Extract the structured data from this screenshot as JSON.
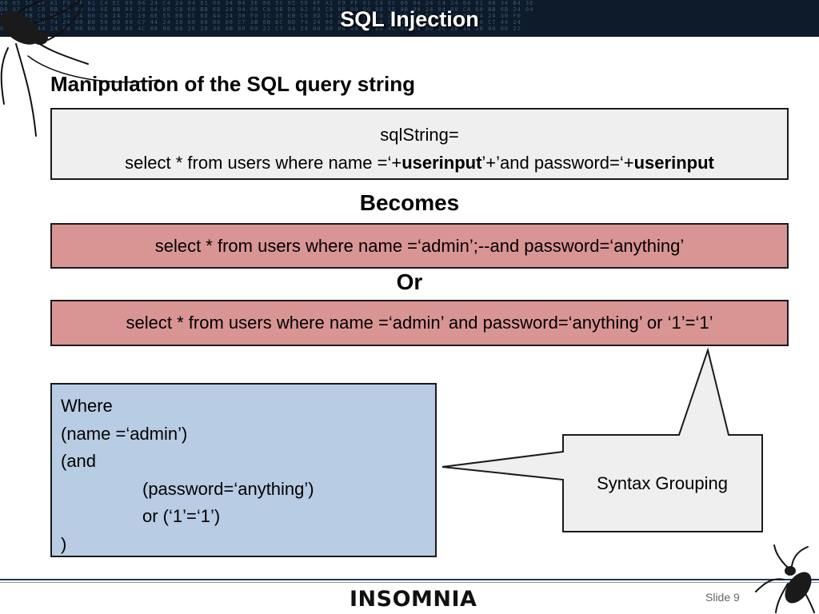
{
  "header": {
    "title": "SQL Injection"
  },
  "slide": {
    "subtitle": "Manipulation of the SQL query string",
    "query_box": {
      "line1": "sqlString=",
      "line2_part1": "select * from users where name =‘+",
      "line2_bold1": "userinput",
      "line2_part2": "’+’and password=‘+",
      "line2_bold2": "userinput"
    },
    "becomes_label": "Becomes",
    "injection_1": "select * from users where name =‘admin’;--and password=‘anything’",
    "or_label": "Or",
    "injection_2": "select * from users where name =‘admin’ and password=‘anything’ or ‘1’=‘1’",
    "where_box": {
      "lines": [
        "Where",
        "(name =‘admin’)",
        "(and",
        "(password=‘anything’)",
        "or (‘1’=‘1’)",
        ")"
      ]
    },
    "callout": {
      "text": "Syntax Grouping"
    }
  },
  "footer": {
    "logo": "INSOMNIA",
    "slide_label": "Slide 9"
  },
  "colors": {
    "header_bg": "#0d1b2a",
    "query_box_bg": "#efefef",
    "injection_bg": "#d99594",
    "where_box_bg": "#b8cce4",
    "callout_bg": "#efefef"
  },
  "icons": [
    "cockroach-icon"
  ]
}
